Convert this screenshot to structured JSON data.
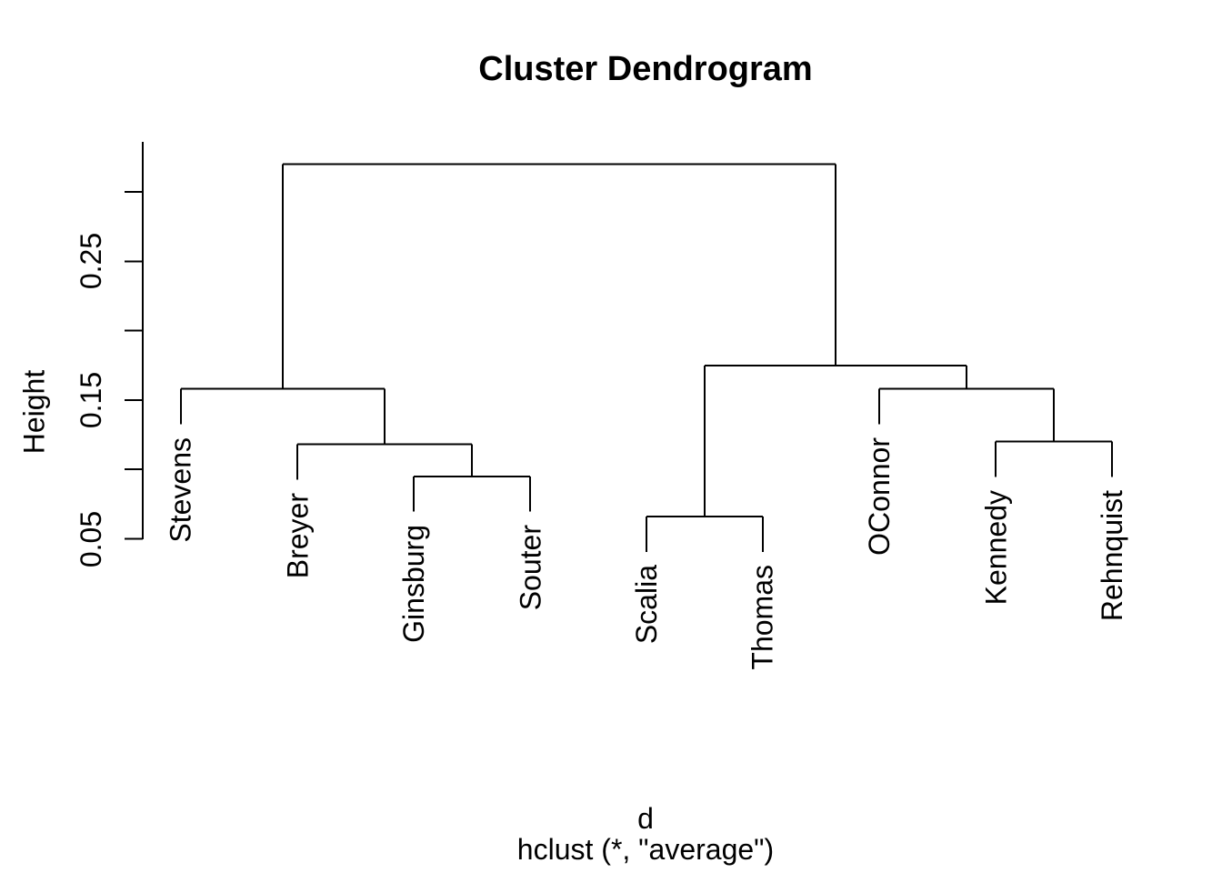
{
  "page": {
    "background": "#ffffff"
  },
  "chart_data": {
    "type": "dendrogram",
    "title": "Cluster Dendrogram",
    "ylabel": "Height",
    "xlabel": "d",
    "subtitle": "hclust (*, \"average\")",
    "leaves": [
      "Stevens",
      "Breyer",
      "Ginsburg",
      "Souter",
      "Scalia",
      "Thomas",
      "OConnor",
      "Kennedy",
      "Rehnquist"
    ],
    "y_axis": {
      "ticks": [
        0.05,
        0.1,
        0.15,
        0.2,
        0.25,
        0.3
      ],
      "labeled_ticks": [
        "0.05",
        "0.15",
        "0.25"
      ],
      "range": [
        0.04,
        0.335
      ]
    },
    "hang": 0.0255,
    "merge_heights": {
      "Ginsburg+Souter": 0.095,
      "Breyer+(Ginsburg,Souter)": 0.118,
      "Stevens+(Breyer,Ginsburg,Souter)": 0.158,
      "Scalia+Thomas": 0.066,
      "Kennedy+Rehnquist": 0.12,
      "OConnor+(Kennedy,Rehnquist)": 0.158,
      "(Scalia,Thomas)+(OConnor,Kennedy,Rehnquist)": 0.175,
      "root": 0.32
    },
    "tree": {
      "h": 0.32,
      "c": [
        {
          "h": 0.158,
          "c": [
            {
              "leaf": "Stevens"
            },
            {
              "h": 0.118,
              "c": [
                {
                  "leaf": "Breyer"
                },
                {
                  "h": 0.095,
                  "c": [
                    {
                      "leaf": "Ginsburg"
                    },
                    {
                      "leaf": "Souter"
                    }
                  ]
                }
              ]
            }
          ]
        },
        {
          "h": 0.175,
          "c": [
            {
              "h": 0.066,
              "c": [
                {
                  "leaf": "Scalia"
                },
                {
                  "leaf": "Thomas"
                }
              ]
            },
            {
              "h": 0.158,
              "c": [
                {
                  "leaf": "OConnor"
                },
                {
                  "h": 0.12,
                  "c": [
                    {
                      "leaf": "Kennedy"
                    },
                    {
                      "leaf": "Rehnquist"
                    }
                  ]
                }
              ]
            }
          ]
        }
      ]
    },
    "colors": {
      "line": "#000000",
      "text": "#000000",
      "background": "#ffffff"
    }
  }
}
